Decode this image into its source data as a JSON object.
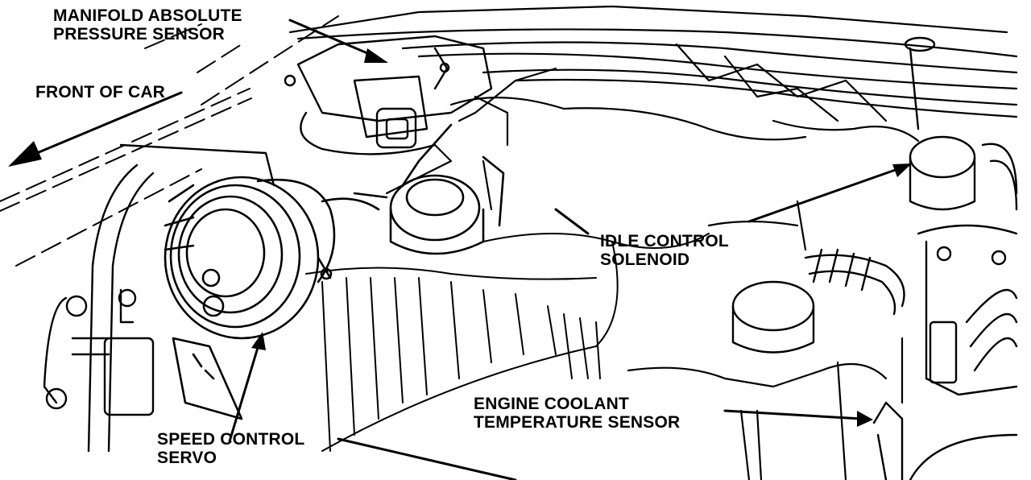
{
  "diagram": {
    "labels": {
      "map_sensor": [
        "MANIFOLD ABSOLUTE",
        "PRESSURE SENSOR"
      ],
      "front_of_car": "FRONT OF CAR",
      "idle_control": [
        "IDLE CONTROL",
        "SOLENOID"
      ],
      "coolant_sensor": [
        "ENGINE COOLANT",
        "TEMPERATURE SENSOR"
      ],
      "speed_control": [
        "SPEED CONTROL",
        "SERVO"
      ]
    },
    "colors": {
      "ink": "#000000",
      "paper": "#ffffff"
    }
  }
}
